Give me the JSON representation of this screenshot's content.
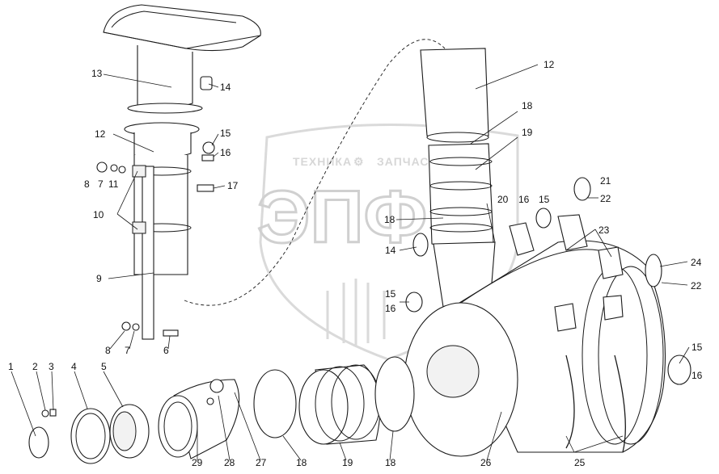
{
  "watermark": {
    "brand_left": "ТЕХНИКА",
    "brand_right": "ЗАПЧАСТИ",
    "logo_letters": "ЭПФ",
    "color": "#d0d0d0"
  },
  "callouts": {
    "c1": "1",
    "c2": "2",
    "c3": "3",
    "c4": "4",
    "c5": "5",
    "c6": "6",
    "c7a": "7",
    "c7b": "7",
    "c8a": "8",
    "c8b": "8",
    "c9": "9",
    "c10": "10",
    "c11": "11",
    "c12a": "12",
    "c12b": "12",
    "c13": "13",
    "c14a": "14",
    "c14b": "14",
    "c15a": "15",
    "c15b": "15",
    "c15c": "15",
    "c15d": "15",
    "c16a": "16",
    "c16b": "16",
    "c16c": "16",
    "c16d": "16",
    "c17": "17",
    "c18a": "18",
    "c18b": "18",
    "c18c": "18",
    "c18d": "18",
    "c19a": "19",
    "c19b": "19",
    "c20": "20",
    "c21": "21",
    "c22a": "22",
    "c22b": "22",
    "c23": "23",
    "c24": "24",
    "c25": "25",
    "c26": "26",
    "c27": "27",
    "c28": "28",
    "c29": "29"
  },
  "colors": {
    "line": "#1a1a1a",
    "background": "#ffffff"
  }
}
